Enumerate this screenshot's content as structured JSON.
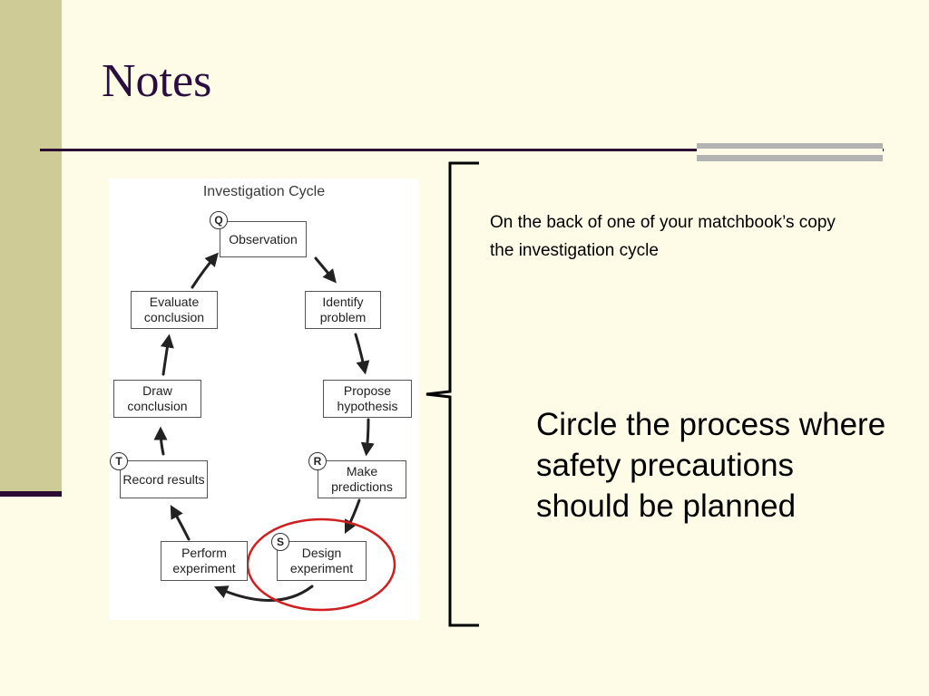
{
  "slide": {
    "title": "Notes",
    "instruction_small": "On the back of one of your matchbook’s copy the investigation cycle",
    "instruction_large": "Circle the process where safety precautions should be planned"
  },
  "diagram": {
    "title": "Investigation Cycle",
    "stages": {
      "observation": "Observation",
      "identify_problem": "Identify problem",
      "propose_hypothesis": "Propose hypothesis",
      "make_predictions": "Make predictions",
      "design_experiment": "Design experiment",
      "perform_experiment": "Perform experiment",
      "record_results": "Record results",
      "draw_conclusion": "Draw conclusion",
      "evaluate_conclusion": "Evaluate conclusion"
    },
    "badges": {
      "q": "Q",
      "r": "R",
      "s": "S",
      "t": "T"
    },
    "highlighted_stage": "Design experiment",
    "highlight_color": "#d11e1e"
  },
  "colors": {
    "background": "#fefbe6",
    "side_band": "#cfcb97",
    "title_text": "#2b0d3f",
    "rule": "#2b0d33",
    "accent_gray": "#b3b3b3"
  }
}
